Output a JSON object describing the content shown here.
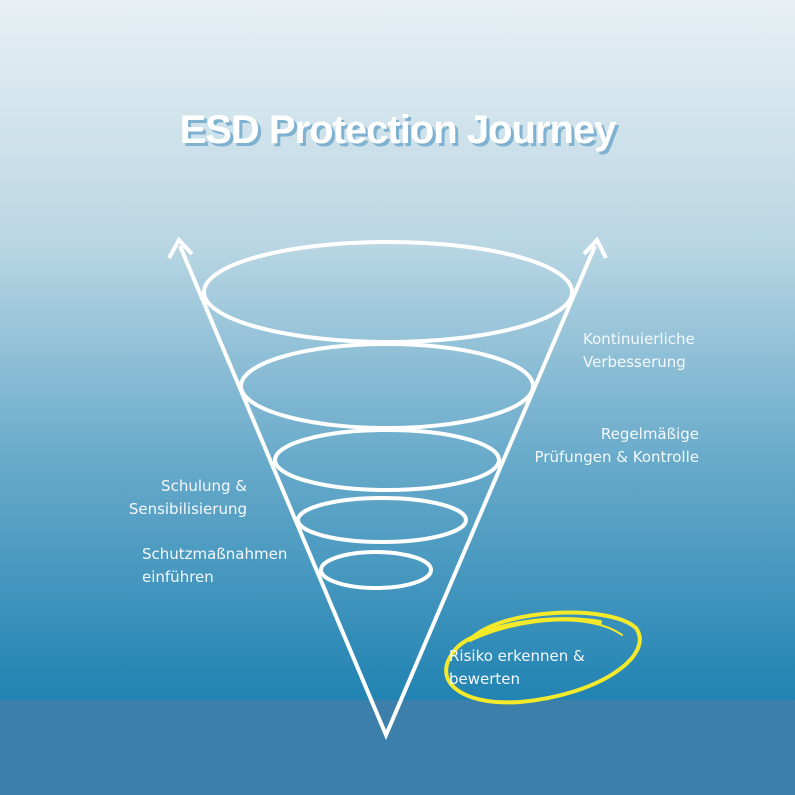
{
  "title": "ESD Protection Journey",
  "stages": [
    {
      "label_line1": "Kontinuierliche",
      "label_line2": "Verbesserung"
    },
    {
      "label_line1": "Regelmäßige",
      "label_line2": "Prüfungen & Kontrolle"
    },
    {
      "label_line1": "Schulung &",
      "label_line2": "Sensibilisierung"
    },
    {
      "label_line1": "Schutzmaßnahmen",
      "label_line2": "einführen"
    },
    {
      "label_line1": "Risiko erkennen &",
      "label_line2": "bewerten"
    }
  ],
  "colors": {
    "highlight": "#f5ea2a",
    "band": "#3c7fab",
    "line": "#ffffff"
  }
}
